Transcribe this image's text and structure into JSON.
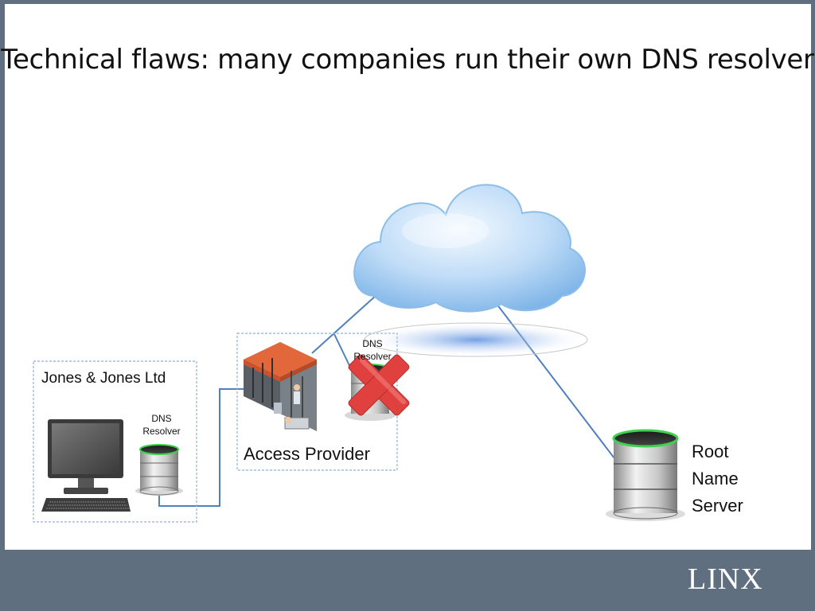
{
  "title": "Technical flaws: many companies run their own DNS resolver",
  "nodes": {
    "company": {
      "label": "Jones & Jones Ltd",
      "resolver_line1": "DNS",
      "resolver_line2": "Resolver"
    },
    "access_provider": {
      "label": "Access Provider",
      "resolver_line1": "DNS",
      "resolver_line2": "Resolver"
    },
    "root": {
      "line1": "Root",
      "line2": "Name",
      "line3": "Server"
    }
  },
  "logo": {
    "text": "LINX"
  },
  "icons": [
    "cloud-icon",
    "computer-icon",
    "database-icon",
    "server-room-icon",
    "cross-icon"
  ],
  "colors": {
    "link": "#4f81bd",
    "footer": "#5f6f80",
    "cross": "#e0413f",
    "db_ring": "#3fd04f"
  }
}
